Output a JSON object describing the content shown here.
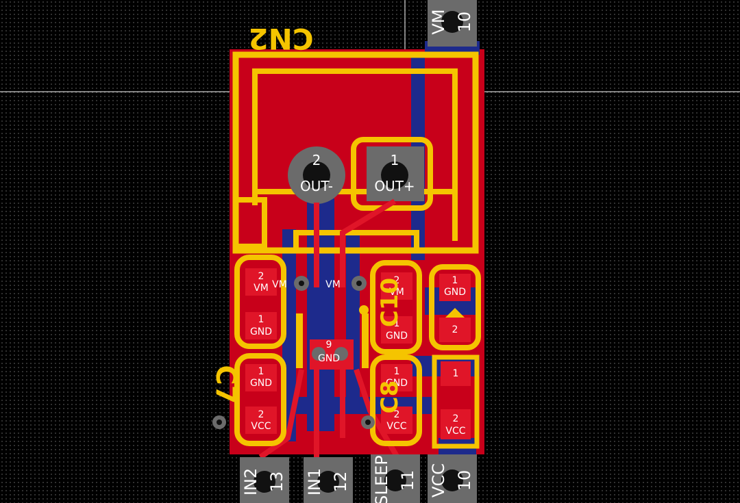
{
  "refs": {
    "cn2": "CN2",
    "c7": "C7",
    "c10": "C10",
    "c8": "C8"
  },
  "cn2_pads": [
    {
      "num": "2",
      "net": "OUT-"
    },
    {
      "num": "1",
      "net": "OUT+"
    }
  ],
  "c7_pads": [
    {
      "num": "2",
      "net": "VM"
    },
    {
      "num": "1",
      "net": "GND"
    },
    {
      "num": "1",
      "net": "GND"
    },
    {
      "num": "2",
      "net": "VCC"
    }
  ],
  "c10_pads": [
    {
      "num": "2",
      "net": "VM"
    },
    {
      "num": "1",
      "net": "GND"
    }
  ],
  "c8_pads": [
    {
      "num": "1",
      "net": "GND"
    },
    {
      "num": "2",
      "net": "VCC"
    }
  ],
  "led_pads": [
    {
      "num": "1",
      "net": "GND"
    },
    {
      "num": "2",
      "net": ""
    }
  ],
  "r_pads": [
    {
      "num": "1",
      "net": ""
    },
    {
      "num": "2",
      "net": "VCC"
    }
  ],
  "center_pad": {
    "num": "9",
    "net": "GND"
  },
  "via_labels": [
    "VM",
    "VM"
  ],
  "bottom_headers": [
    {
      "net": "IN2",
      "num": "13"
    },
    {
      "net": "IN1",
      "num": "12"
    },
    {
      "net": "SLEEP",
      "num": "11"
    },
    {
      "net": "VCC",
      "num": "10"
    }
  ],
  "top_header": {
    "net": "VM",
    "num": "10"
  },
  "colors": {
    "background": "#000000",
    "copper_front": "#c8001a",
    "copper_back": "#1d2a8c",
    "silkscreen": "#f5c400",
    "pad": "#e01528",
    "header_pad": "#6b6b6b"
  }
}
